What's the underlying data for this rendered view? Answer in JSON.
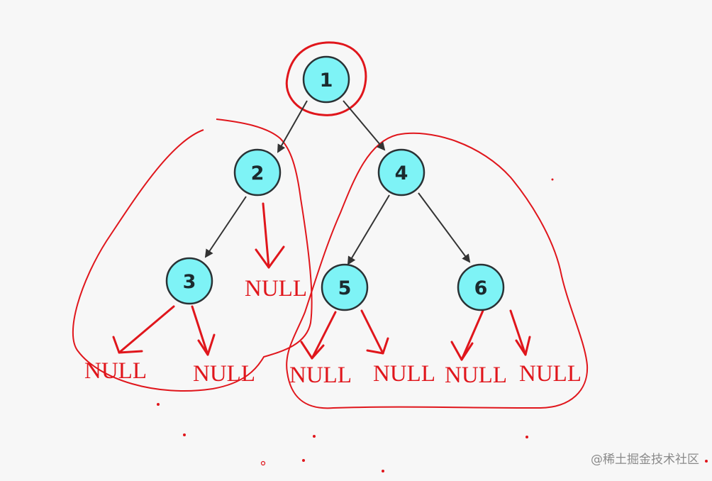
{
  "diagram": {
    "nodes": [
      "1",
      "2",
      "4",
      "3",
      "5",
      "6"
    ],
    "null_label": "NULL",
    "null_count": 7
  },
  "watermark": "@稀土掘金技术社区",
  "colors": {
    "node_fill": "#7ef3f6",
    "node_stroke": "#2a3235",
    "edge": "#333333",
    "annotation_red": "#e0161c",
    "background": "#f7f7f7"
  }
}
